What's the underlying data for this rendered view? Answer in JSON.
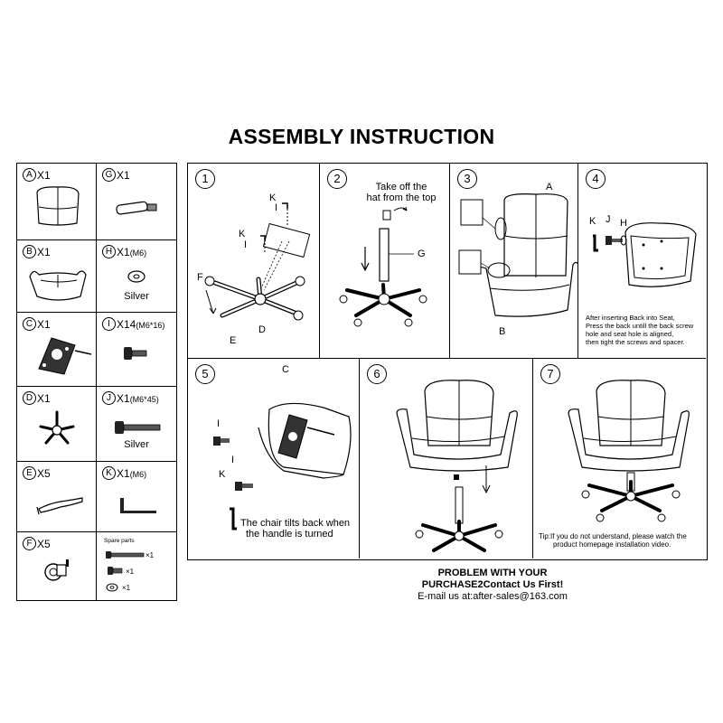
{
  "title": "ASSEMBLY INSTRUCTION",
  "parts": [
    {
      "letter": "A",
      "qty": "X1",
      "spec": "",
      "note": ""
    },
    {
      "letter": "G",
      "qty": "X1",
      "spec": "",
      "note": ""
    },
    {
      "letter": "B",
      "qty": "X1",
      "spec": "",
      "note": ""
    },
    {
      "letter": "H",
      "qty": "X1",
      "spec": "(M6)",
      "note": "Silver"
    },
    {
      "letter": "C",
      "qty": "X1",
      "spec": "",
      "note": ""
    },
    {
      "letter": "I",
      "qty": "X14",
      "spec": "(M6*16)",
      "note": ""
    },
    {
      "letter": "D",
      "qty": "X1",
      "spec": "",
      "note": ""
    },
    {
      "letter": "J",
      "qty": "X1",
      "spec": "(M6*45)",
      "note": "Silver"
    },
    {
      "letter": "E",
      "qty": "X5",
      "spec": "",
      "note": ""
    },
    {
      "letter": "K",
      "qty": "X1",
      "spec": "(M6)",
      "note": ""
    },
    {
      "letter": "F",
      "qty": "X5",
      "spec": "",
      "note": ""
    }
  ],
  "spare": {
    "title": "Spare parts",
    "qty1": "×1",
    "qty2": "×1",
    "qty3": "×1"
  },
  "steps": {
    "s1": {
      "num": "1",
      "labels": {
        "k1": "K",
        "i1": "I",
        "k2": "K",
        "i2": "I",
        "f": "F",
        "e": "E",
        "d": "D"
      }
    },
    "s2": {
      "num": "2",
      "text1": "Take off the",
      "text2": "hat from the top",
      "g": "G"
    },
    "s3": {
      "num": "3",
      "a": "A",
      "b": "B"
    },
    "s4": {
      "num": "4",
      "k": "K",
      "j": "J",
      "h": "H",
      "note": [
        "After inserting Back into Seat,",
        "Press the back untill the back screw",
        "hole and seat hole is aligned,",
        "then tight the screws and spacer."
      ]
    },
    "s5": {
      "num": "5",
      "c": "C",
      "i1": "I",
      "i2": "I",
      "k": "K",
      "text1": "The chair tilts back when",
      "text2": "the handle is turned"
    },
    "s6": {
      "num": "6"
    },
    "s7": {
      "num": "7",
      "tip1": "Tip:If you do not understand, please watch the",
      "tip2": "product homepage installation video."
    }
  },
  "footer": {
    "line1": "PROBLEM WITH YOUR",
    "line2": "PURCHASE2Contact Us First!",
    "line3": "E-mail us at:after-sales@163.com"
  }
}
